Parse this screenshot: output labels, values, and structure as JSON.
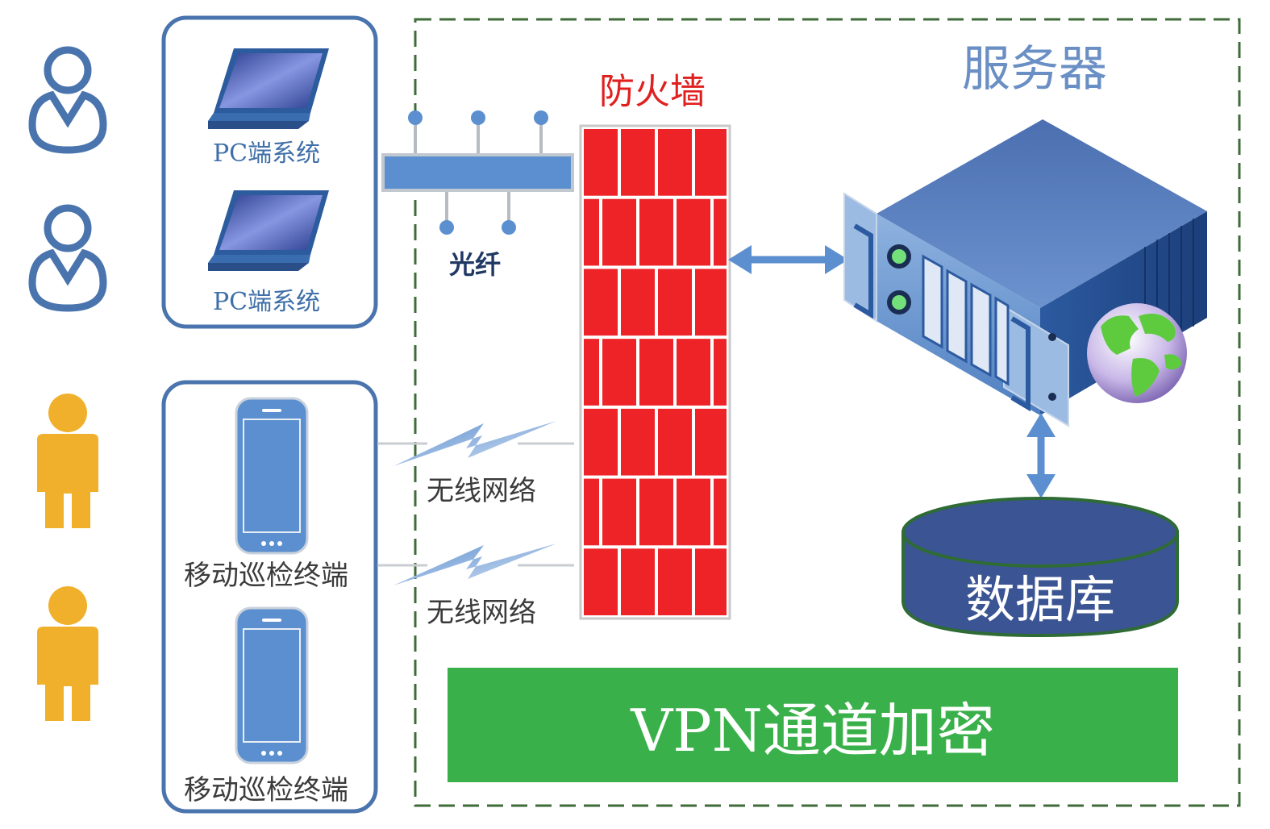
{
  "pc_clients": [
    {
      "label": "PC端系统"
    },
    {
      "label": "PC端系统"
    }
  ],
  "mobile_clients": [
    {
      "label": "移动巡检终端"
    },
    {
      "label": "移动巡检终端"
    }
  ],
  "links": {
    "fiber": "光纤",
    "wireless": [
      "无线网络",
      "无线网络"
    ]
  },
  "firewall": {
    "title": "防火墙"
  },
  "server": {
    "title": "服务器"
  },
  "database": {
    "label": "数据库"
  },
  "vpn": {
    "label": "VPN通道加密"
  },
  "colors": {
    "outline_blue": "#4a74ad",
    "client_blue": "#5b8fcf",
    "user_orange": "#f0b02b",
    "firewall_red": "#ee2328",
    "db_navy": "#3b5493",
    "vpn_green": "#3ab04a",
    "boundary_green": "#3f6b38"
  },
  "icons": [
    "user-outline-icon",
    "user-solid-icon",
    "laptop-icon",
    "smartphone-icon",
    "lightning-icon",
    "globe-icon",
    "server-icon"
  ]
}
